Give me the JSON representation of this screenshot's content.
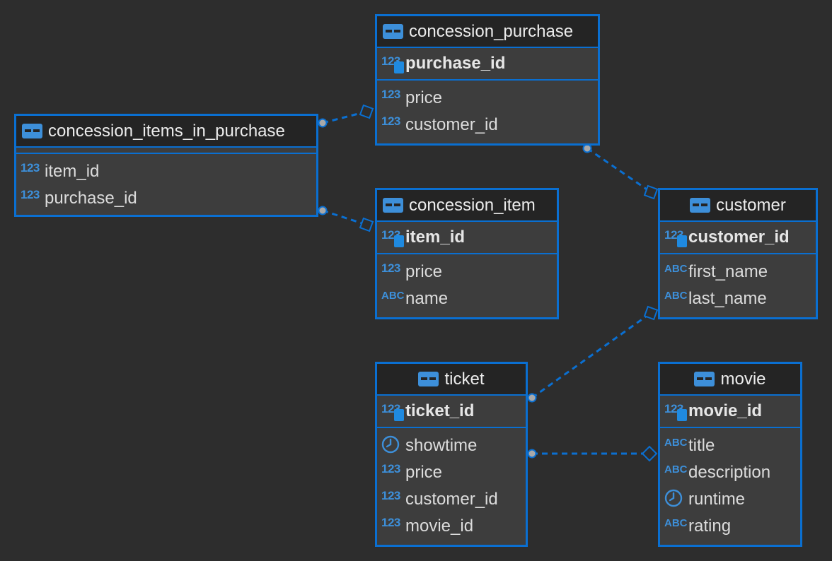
{
  "colors": {
    "accent": "#0a6fd1",
    "background": "#2d2d2d",
    "header": "#242424",
    "body": "#3d3d3d",
    "type_icon": "#3d8fd9"
  },
  "type_icons": {
    "numeric": "123",
    "text": "ABC",
    "time": "clock-icon",
    "key": "key-icon",
    "table": "table-icon"
  },
  "entities": {
    "concession_purchase": {
      "name": "concession_purchase",
      "pk": {
        "name": "purchase_id",
        "type": "123"
      },
      "columns": [
        {
          "name": "price",
          "type": "123"
        },
        {
          "name": "customer_id",
          "type": "123"
        }
      ]
    },
    "concession_items_in_purchase": {
      "name": "concession_items_in_purchase",
      "columns": [
        {
          "name": "item_id",
          "type": "123"
        },
        {
          "name": "purchase_id",
          "type": "123"
        }
      ]
    },
    "concession_item": {
      "name": "concession_item",
      "pk": {
        "name": "item_id",
        "type": "123"
      },
      "columns": [
        {
          "name": "price",
          "type": "123"
        },
        {
          "name": "name",
          "type": "ABC"
        }
      ]
    },
    "customer": {
      "name": "customer",
      "pk": {
        "name": "customer_id",
        "type": "123"
      },
      "columns": [
        {
          "name": "first_name",
          "type": "ABC"
        },
        {
          "name": "last_name",
          "type": "ABC"
        }
      ]
    },
    "ticket": {
      "name": "ticket",
      "pk": {
        "name": "ticket_id",
        "type": "123"
      },
      "columns": [
        {
          "name": "showtime",
          "type": "clock"
        },
        {
          "name": "price",
          "type": "123"
        },
        {
          "name": "customer_id",
          "type": "123"
        },
        {
          "name": "movie_id",
          "type": "123"
        }
      ]
    },
    "movie": {
      "name": "movie",
      "pk": {
        "name": "movie_id",
        "type": "123"
      },
      "columns": [
        {
          "name": "title",
          "type": "ABC"
        },
        {
          "name": "description",
          "type": "ABC"
        },
        {
          "name": "runtime",
          "type": "clock"
        },
        {
          "name": "rating",
          "type": "ABC"
        }
      ]
    }
  },
  "relationships": [
    {
      "from": "concession_items_in_purchase",
      "to": "concession_purchase"
    },
    {
      "from": "concession_items_in_purchase",
      "to": "concession_item"
    },
    {
      "from": "concession_purchase",
      "to": "customer"
    },
    {
      "from": "ticket",
      "to": "customer"
    },
    {
      "from": "ticket",
      "to": "movie"
    }
  ]
}
